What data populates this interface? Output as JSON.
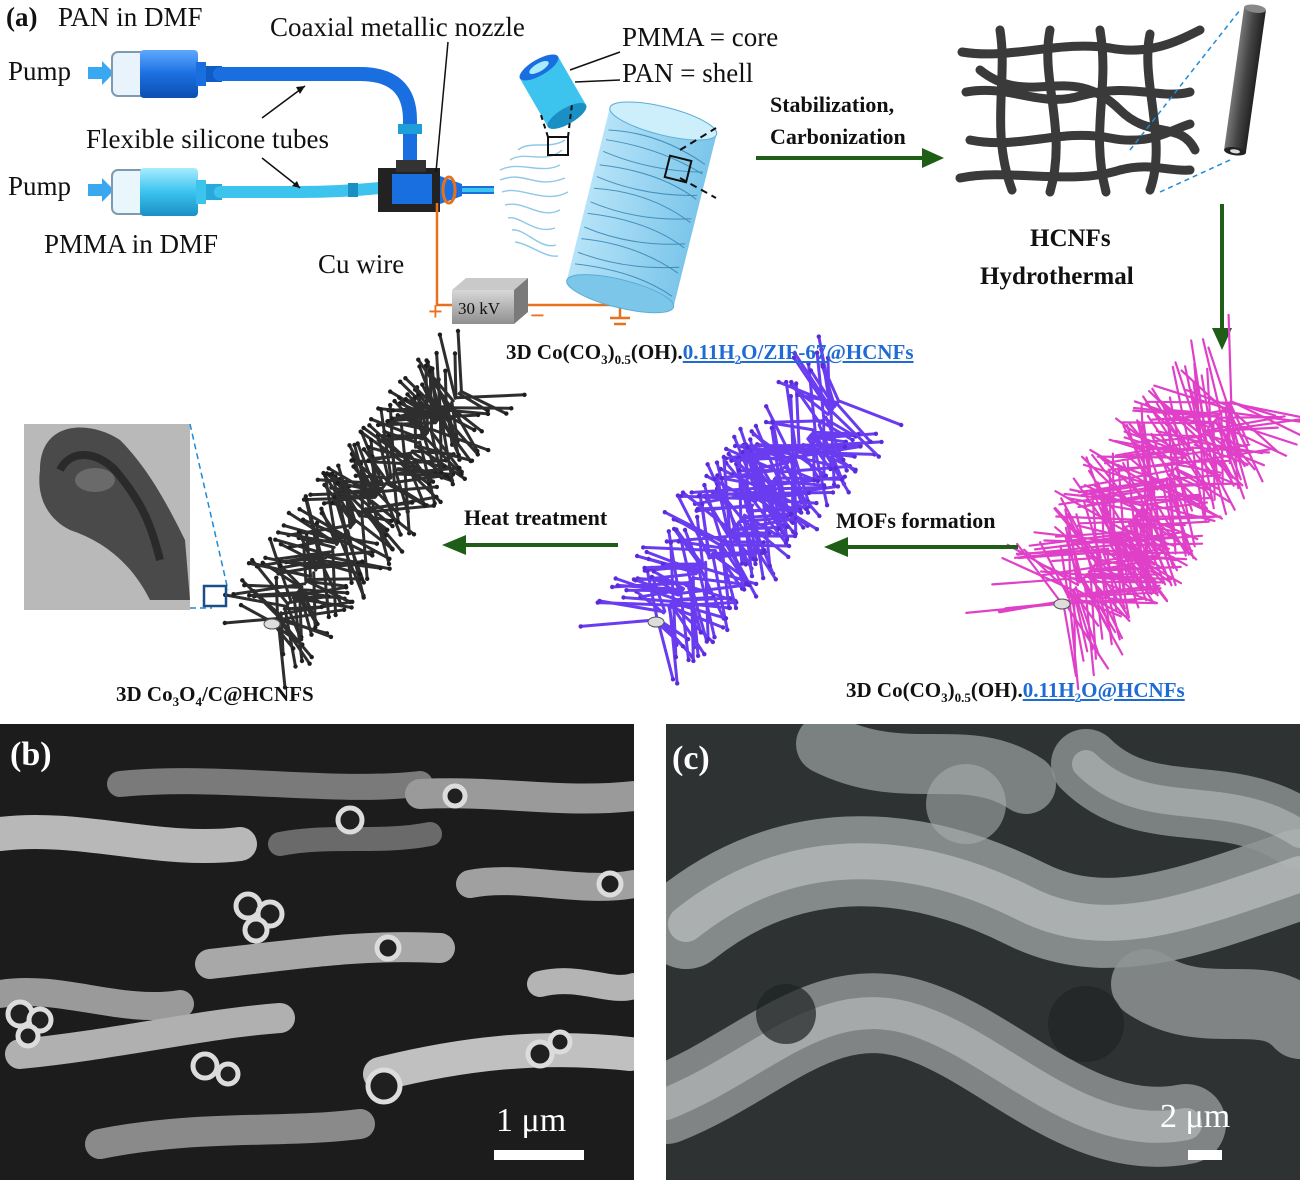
{
  "panel_a": {
    "label": "(a)",
    "pan_in_dmf": "PAN in DMF",
    "pump_top": "Pump",
    "pump_bottom": "Pump",
    "coaxial_nozzle": "Coaxial metallic nozzle",
    "flexible_tubes": "Flexible silicone tubes",
    "pmma_in_dmf": "PMMA in DMF",
    "cu_wire": "Cu wire",
    "voltage": "30 kV",
    "plus": "+",
    "minus": "−",
    "pmma_core": "PMMA = core",
    "pan_shell": "PAN = shell",
    "stabilization": "Stabilization,",
    "carbonization": "Carbonization",
    "hcnfs": "HCNFs",
    "hydrothermal": "Hydrothermal",
    "zif_label_prefix": "3D Co(CO",
    "zif_label_sub1": "3",
    "zif_label_mid": ")",
    "zif_label_sub2": "0.5",
    "zif_label_oh": "(OH).",
    "zif_label_link_a": "0.11H",
    "zif_label_link_sub": "2",
    "zif_label_link_b": "O/ZIF-67@HCNFs",
    "mofs_formation": "MOFs formation",
    "heat_treatment": "Heat treatment",
    "co3o4_prefix": "3D Co",
    "co3o4_sub1": "3",
    "co3o4_mid": "O",
    "co3o4_sub2": "4",
    "co3o4_suffix": "/C@HCNFS",
    "cc_label_prefix": "3D Co(CO",
    "cc_label_sub1": "3",
    "cc_label_mid": ")",
    "cc_label_sub2": "0.5",
    "cc_label_oh": "(OH).",
    "cc_label_link_a": "0.11H",
    "cc_label_link_sub": "2",
    "cc_label_link_b": "O@HCNFs"
  },
  "panel_b": {
    "label": "(b)",
    "scale": "1 μm"
  },
  "panel_c": {
    "label": "(c)",
    "scale": "2 μm"
  },
  "colors": {
    "pan_blue": "#1a6fe0",
    "pmma_cyan": "#3cc3ee",
    "arrow_green": "#1f5e17",
    "wire_orange": "#e8721c",
    "zif_purple": "#6a3cf0",
    "magenta": "#e040c8",
    "carbon_dark": "#3a3a3a"
  }
}
